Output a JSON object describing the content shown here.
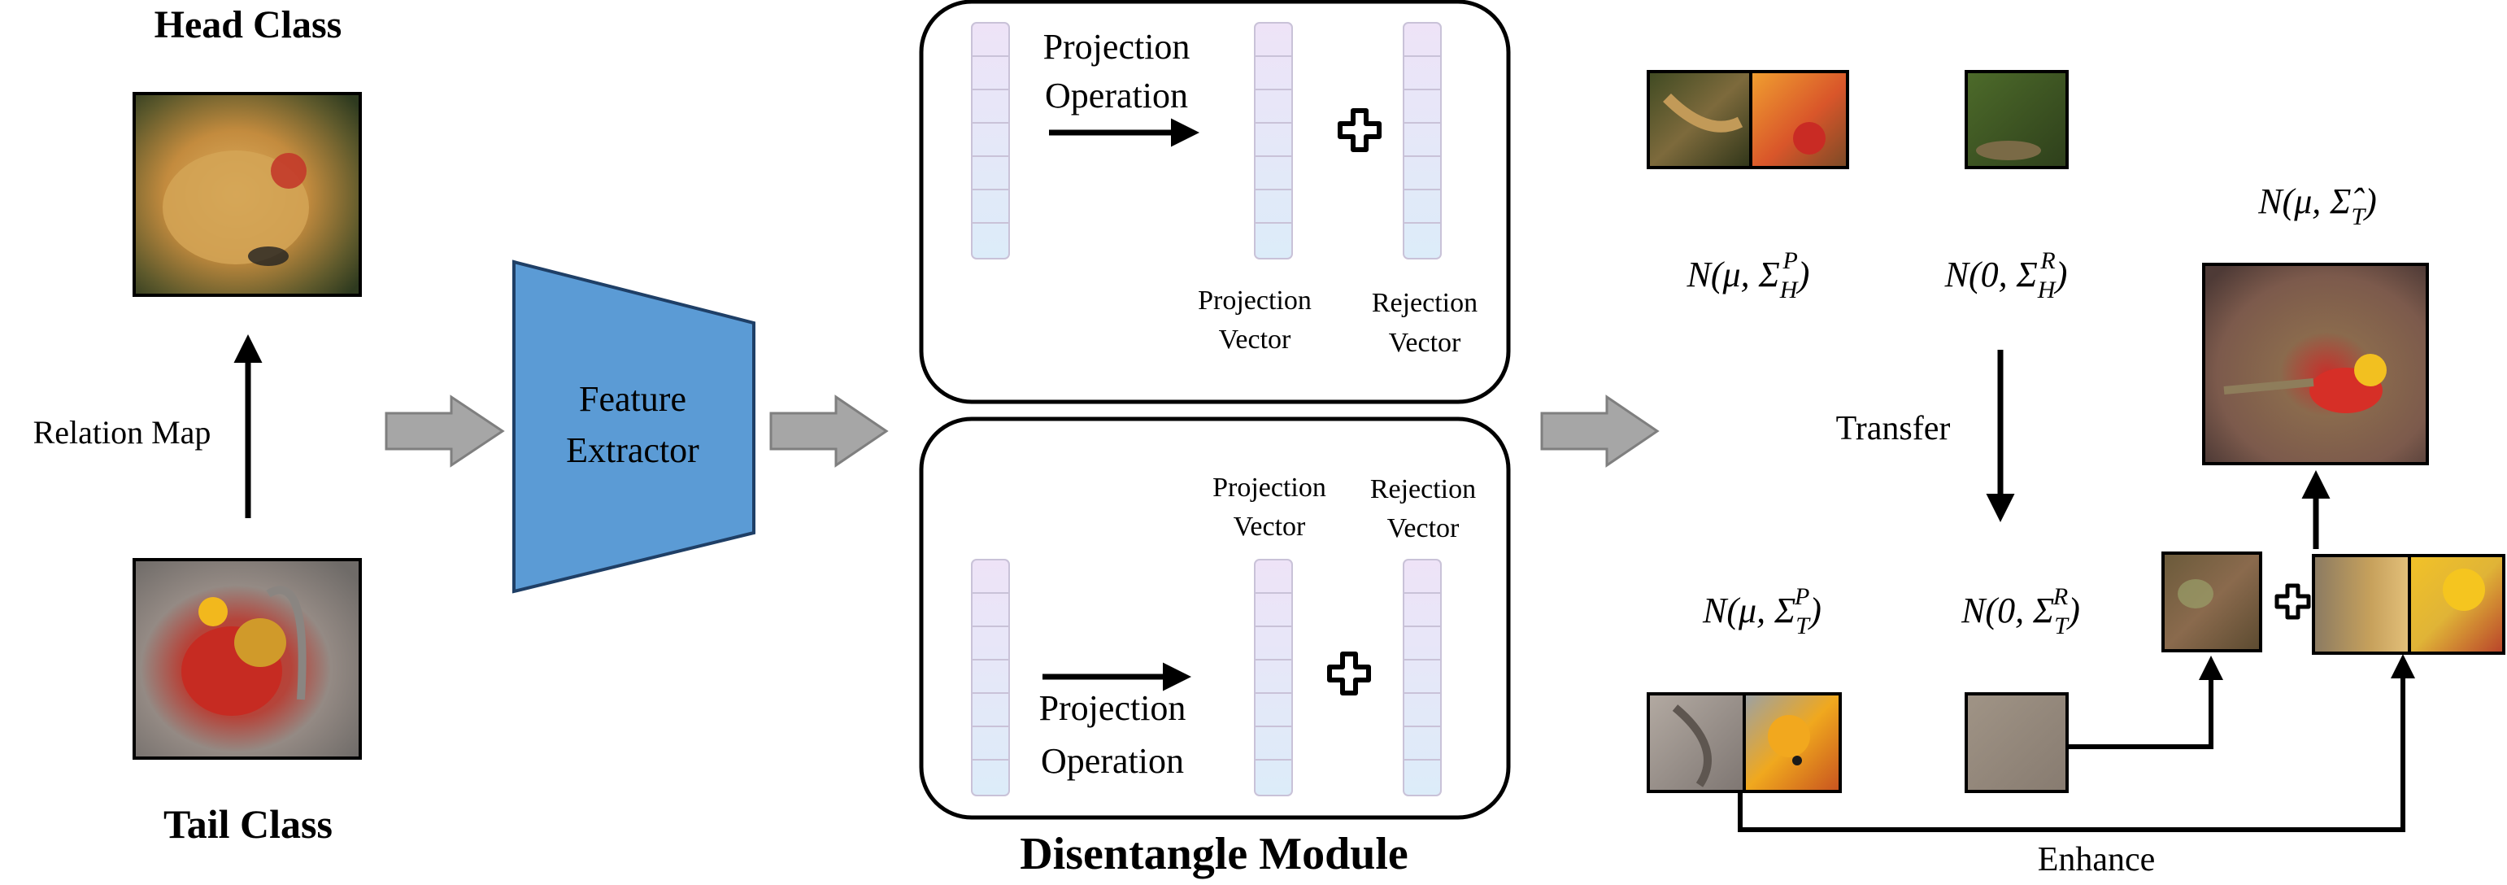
{
  "left": {
    "head_title": "Head Class",
    "tail_title": "Tail Class",
    "relation_label": "Relation Map"
  },
  "extractor": {
    "label_line1": "Feature",
    "label_line2": "Extractor",
    "fill": "#5b9bd5"
  },
  "disentangle": {
    "title": "Disentangle Module",
    "top": {
      "op_line1": "Projection",
      "op_line2": "Operation",
      "proj_line1": "Projection",
      "proj_line2": "Vector",
      "rej_line1": "Rejection",
      "rej_line2": "Vector"
    },
    "bottom": {
      "op_line1": "Projection",
      "op_line2": "Operation",
      "proj_line1": "Projection",
      "proj_line2": "Vector",
      "rej_line1": "Rejection",
      "rej_line2": "Vector"
    }
  },
  "right": {
    "head_proj": {
      "base": "N(μ, Σ",
      "sub": "H",
      "sup": "P",
      "close": ")"
    },
    "head_rej": {
      "base": "N(0, Σ",
      "sub": "H",
      "sup": "R",
      "close": ")"
    },
    "tail_proj": {
      "base": "N(μ, Σ",
      "sub": "T",
      "sup": "P",
      "close": ")"
    },
    "tail_rej": {
      "base": "N(0, Σ",
      "sub": "T",
      "sup": "R",
      "close": ")"
    },
    "enhanced": {
      "base": "N(μ, Σ̂",
      "sub": "T",
      "close": ")"
    },
    "transfer_label": "Transfer",
    "enhance_label": "Enhance"
  }
}
